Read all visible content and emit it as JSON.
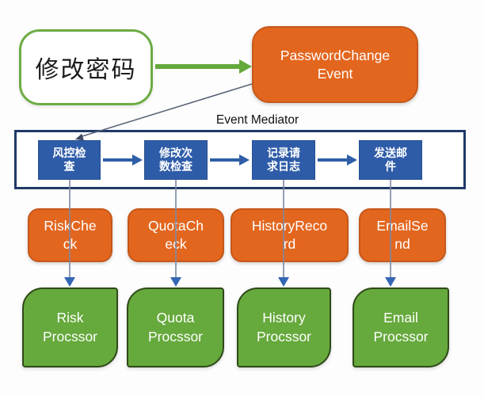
{
  "diagram": {
    "trigger": {
      "label": "修改密码"
    },
    "event_box": {
      "label": "PasswordChange\nEvent"
    },
    "mediator": {
      "title": "Event Mediator",
      "steps": [
        {
          "label": "风控检\n查"
        },
        {
          "label": "修改次\n数检查"
        },
        {
          "label": "记录请\n求日志"
        },
        {
          "label": "发送邮\n件"
        }
      ]
    },
    "handlers": [
      {
        "label": "RiskChe\nck"
      },
      {
        "label": "QuotaCh\neck"
      },
      {
        "label": "HistoryReco\nrd"
      },
      {
        "label": "EmailSe\nnd"
      }
    ],
    "processors": [
      {
        "label": "Risk\nProcssor"
      },
      {
        "label": "Quota\nProcssor"
      },
      {
        "label": "History\nProcssor"
      },
      {
        "label": "Email\nProcssor"
      }
    ],
    "colors": {
      "orange_fill": "#E3661E",
      "orange_border": "#C6581B",
      "blue_step_fill": "#2E5CA8",
      "mediator_border": "#1E3A66",
      "green_fill": "#66A93C",
      "green_border": "#2F4A19",
      "trigger_border": "#6CAC44",
      "green_arrow": "#64A83C",
      "blue_arrow": "#2E5FA8",
      "connector_gray": "#7B89A3",
      "connector_head_blue": "#3566B5"
    }
  }
}
